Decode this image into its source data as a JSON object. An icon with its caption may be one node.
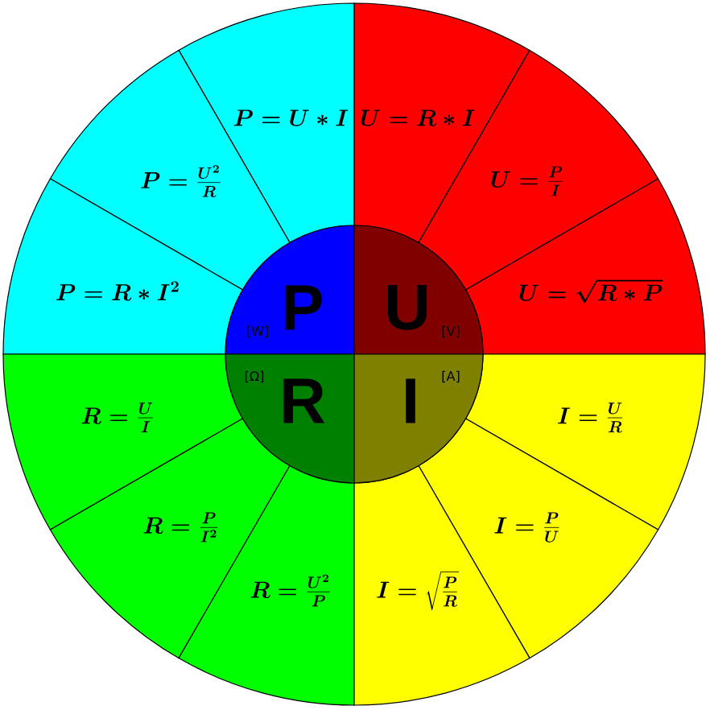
{
  "diagram": {
    "nodes": [
      {
        "text": [
          "P",
          "[W]"
        ]
      },
      {
        "text": [
          "U",
          "[V]"
        ]
      },
      {
        "text": [
          "R",
          "[Ω]"
        ]
      },
      {
        "text": [
          "I",
          "[A]"
        ]
      },
      {
        "text": [
          "P=U*I"
        ]
      },
      {
        "text": [
          "U=R*I"
        ]
      },
      {
        "text": [
          "P=\\frac{U^2}{R}"
        ]
      },
      {
        "text": [
          "U=\\frac{P}{I}"
        ]
      },
      {
        "text": [
          "P=R*I^2"
        ]
      },
      {
        "text": [
          "U=\\sqrt{R*P}"
        ]
      },
      {
        "text": [
          "R=\\frac{U}{I}"
        ]
      },
      {
        "text": [
          "I=\\frac{U}{R}"
        ]
      },
      {
        "text": [
          "R=\\frac{P}{I^2}"
        ]
      },
      {
        "text": [
          "I=\\frac{P}{U}"
        ]
      },
      {
        "text": [
          "R=\\frac{U^2}{P}"
        ]
      },
      {
        "text": [
          "I=\\sqrt{\\frac{P}{R}}"
        ]
      }
    ]
  }
}
